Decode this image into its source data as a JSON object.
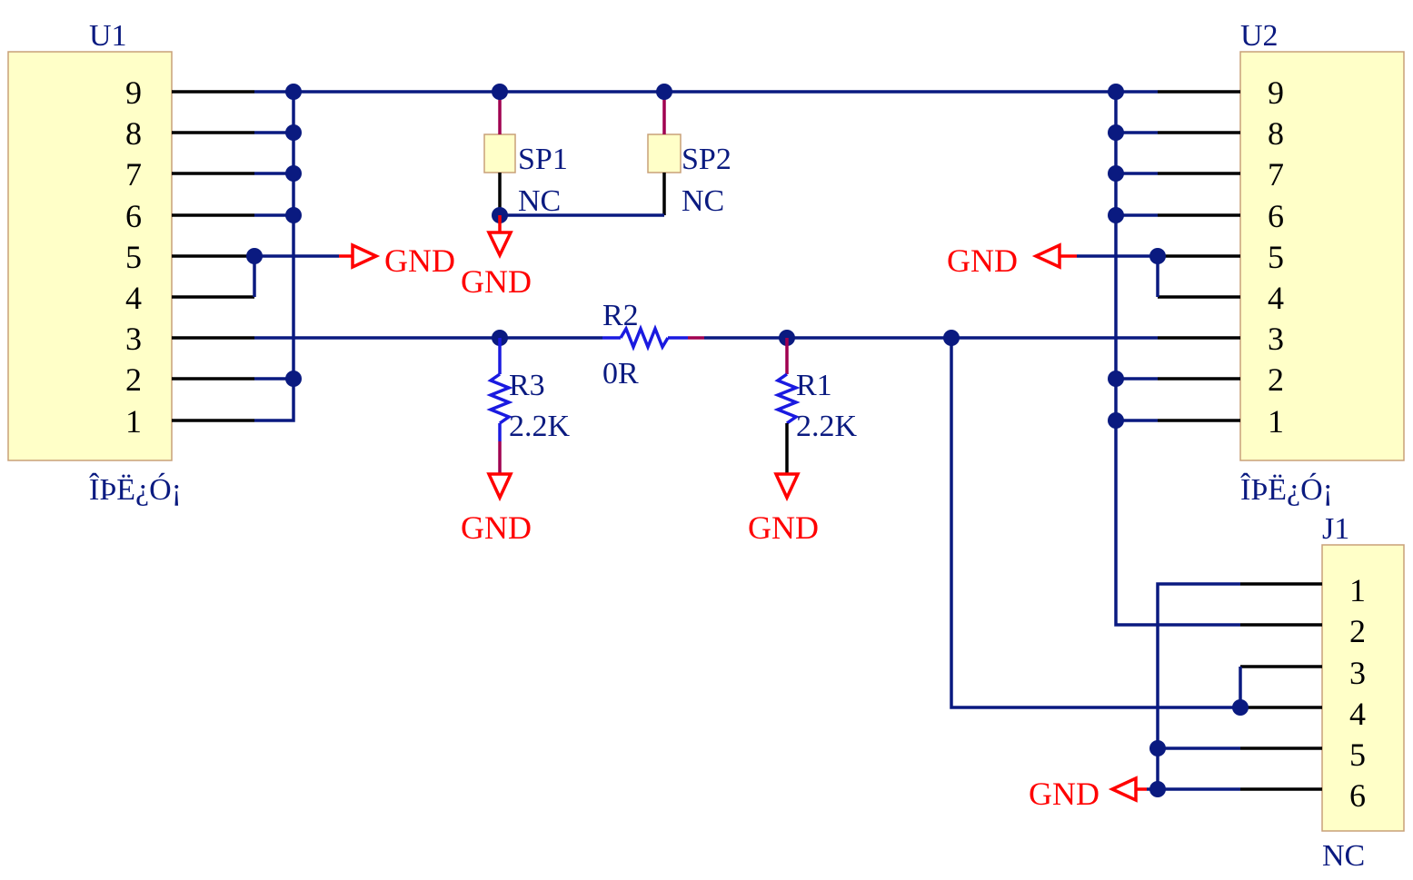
{
  "components": {
    "u1": {
      "designator": "U1",
      "value": "ÎÞË¿Ó¡",
      "pins": [
        "9",
        "8",
        "7",
        "6",
        "5",
        "4",
        "3",
        "2",
        "1"
      ]
    },
    "u2": {
      "designator": "U2",
      "value": "ÎÞË¿Ó¡",
      "pins": [
        "9",
        "8",
        "7",
        "6",
        "5",
        "4",
        "3",
        "2",
        "1"
      ]
    },
    "j1": {
      "designator": "J1",
      "value": "NC",
      "pins": [
        "1",
        "2",
        "3",
        "4",
        "5",
        "6"
      ]
    },
    "sp1": {
      "designator": "SP1",
      "value": "NC"
    },
    "sp2": {
      "designator": "SP2",
      "value": "NC"
    },
    "r1": {
      "designator": "R1",
      "value": "2.2K"
    },
    "r2": {
      "designator": "R2",
      "value": "0R"
    },
    "r3": {
      "designator": "R3",
      "value": "2.2K"
    }
  },
  "power": {
    "gnd_label": "GND"
  },
  "colors": {
    "wire": "#0a1a80",
    "pin": "#000000",
    "ground": "#ff0000",
    "resistor": "#1a1ae0",
    "body_fill": "#ffffc8",
    "body_stroke": "#c8a078"
  }
}
